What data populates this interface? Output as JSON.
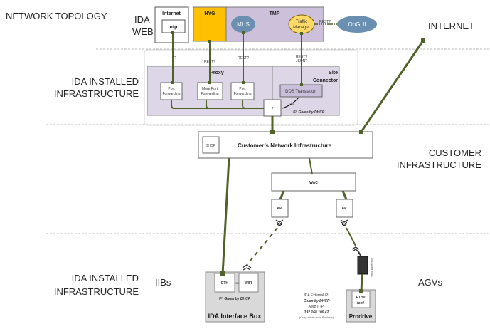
{
  "sections": {
    "title": "NETWORK TOPOLOGY",
    "ida_web": [
      "IDA",
      "WEB"
    ],
    "internet": "INTERNET",
    "ida_installed_top": [
      "IDA INSTALLED",
      "INFRASTRUCTURE"
    ],
    "customer": [
      "CUSTOMER",
      "INFRASTRUCTURE"
    ],
    "ida_installed_bottom": [
      "IDA INSTALLED",
      "INFRASTRUCTURE"
    ],
    "iibs": "IIBs",
    "agvs": "AGVs"
  },
  "web": {
    "internet_box": "Internet",
    "ntp": "ntp",
    "hyg": "HYG",
    "tmp": "TMP",
    "mus": "MUS",
    "traffic_manager": [
      "Traffic",
      "Manager"
    ],
    "opgui": "OpGUI",
    "rest_opgui": "REST?"
  },
  "links": {
    "ntp_label": "?",
    "hyg_label": "REST?",
    "mus_label": "REST?",
    "tm_label": [
      "REST?",
      "JSON?"
    ],
    "dds_label": "DDS"
  },
  "proxy": {
    "title": "Proxy",
    "port_forwarding_1": [
      "Port",
      "Forwarding"
    ],
    "port_forwarding_2": [
      "More Port",
      "Forwarding"
    ],
    "port_forwarding_3": [
      "Port",
      "Forwarding"
    ],
    "unknown": "?"
  },
  "site_connector": {
    "title": [
      "Site",
      "Connector"
    ],
    "dds": "DDS Translation",
    "ip_label": "IP:",
    "ip_value": "Given by DHCP"
  },
  "customer_network": {
    "dhcp": "DHCP",
    "title": "Customer’s Network Infrastructure",
    "wac": "WAC",
    "ap1": "AP",
    "ap2": "AP"
  },
  "iib": {
    "eth": "ETH",
    "or": "OR",
    "wifi": "WIFI",
    "ip_label": "IP:",
    "ip_value": "Given by DHCP",
    "title": "IDA Interface Box"
  },
  "agv": {
    "bridge_label": "Ethernet Wifi Bridge",
    "eth0": "ETH0",
    "fec0": "fec0",
    "title": "Prodrive",
    "ext_ip_label": "IDA External IP:",
    "ext_ip_value": "Given by DHCP",
    "awb_label": "AWB II IP:",
    "awb_value": "192.168.100.42",
    "note": "(Only visible from Prodrive)"
  },
  "colors": {
    "link": "#4f6228",
    "hyg": "#ffc000",
    "tmp": "#ccc0da",
    "ellipse": "#6a8fb0",
    "traffic": "#ffd966",
    "proxy": "#dcd6e6"
  }
}
